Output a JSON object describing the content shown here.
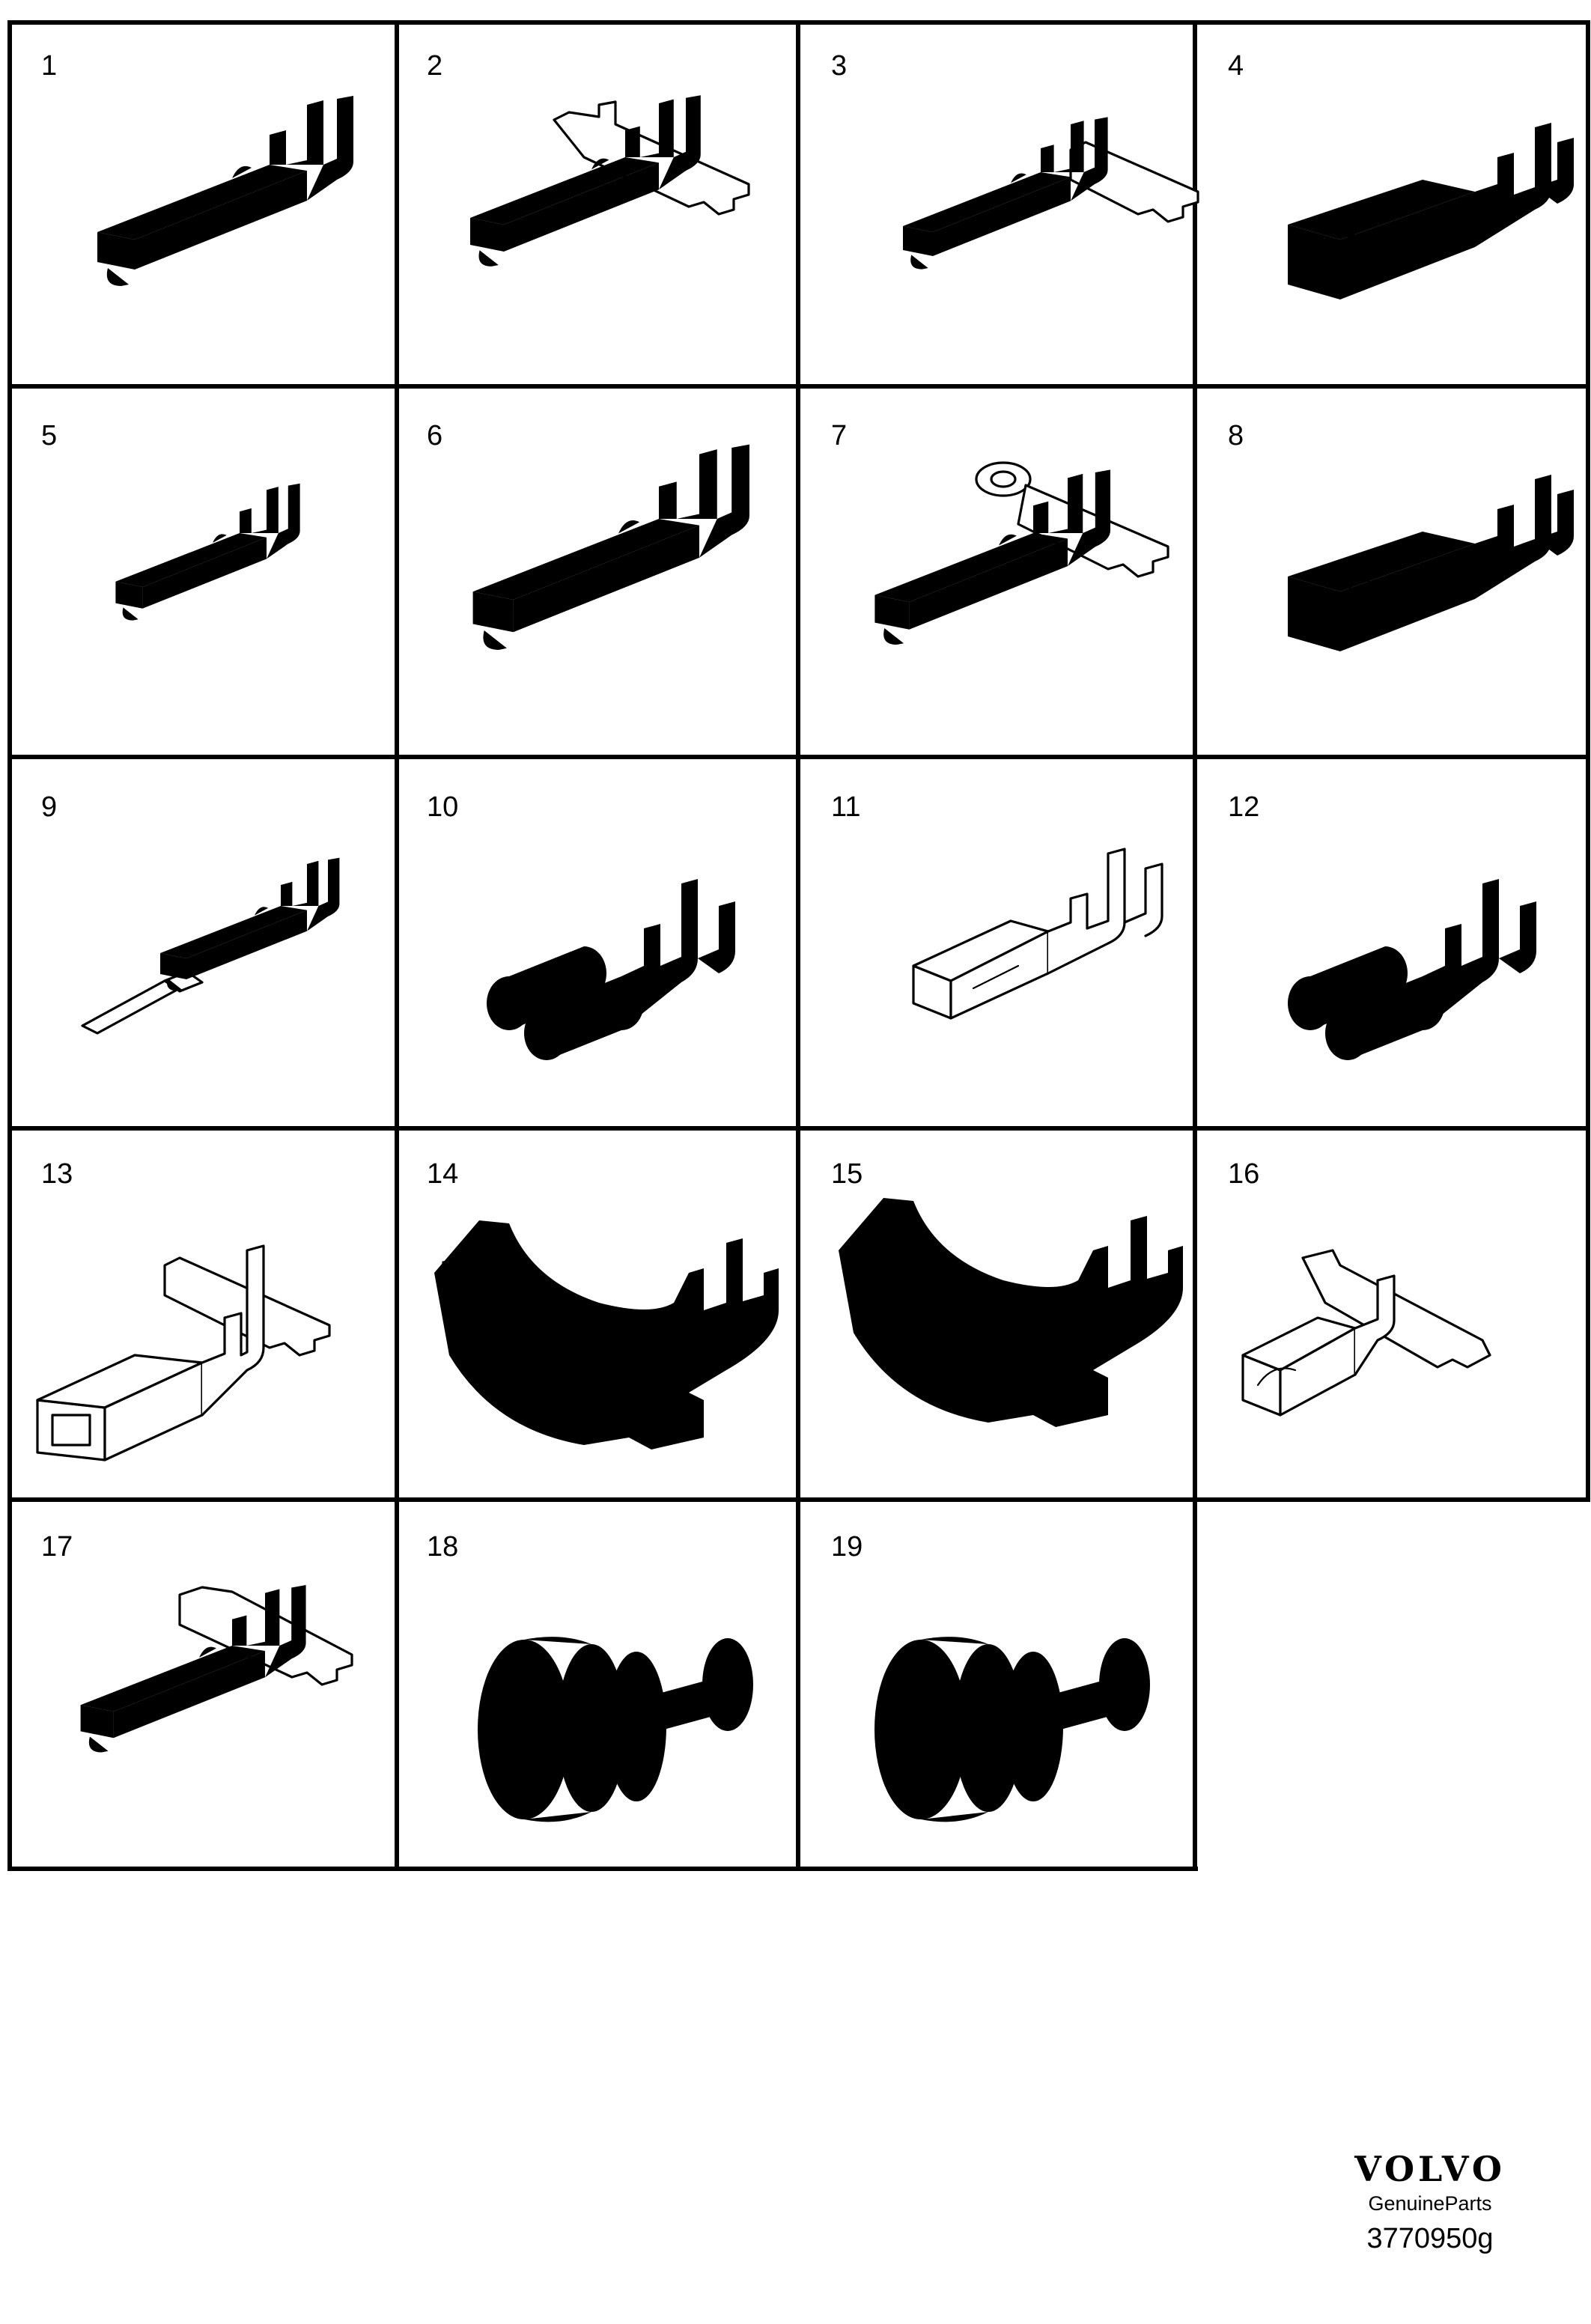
{
  "cells": [
    {
      "label": "1",
      "part": "terminal-socket"
    },
    {
      "label": "2",
      "part": "terminal-socket-carrier"
    },
    {
      "label": "3",
      "part": "terminal-socket-small-carrier"
    },
    {
      "label": "4",
      "part": "terminal-box-spring"
    },
    {
      "label": "5",
      "part": "terminal-socket-small"
    },
    {
      "label": "6",
      "part": "terminal-socket"
    },
    {
      "label": "7",
      "part": "terminal-socket-ring-carrier"
    },
    {
      "label": "8",
      "part": "terminal-box-hole"
    },
    {
      "label": "9",
      "part": "terminal-pin"
    },
    {
      "label": "10",
      "part": "terminal-flat-receptacle"
    },
    {
      "label": "11",
      "part": "terminal-flat-receptacle-latch"
    },
    {
      "label": "12",
      "part": "terminal-flat-receptacle"
    },
    {
      "label": "13",
      "part": "terminal-box-large-carrier"
    },
    {
      "label": "14",
      "part": "ground-terminal-plate"
    },
    {
      "label": "15",
      "part": "ground-terminal-plate-square"
    },
    {
      "label": "16",
      "part": "terminal-open-carrier"
    },
    {
      "label": "17",
      "part": "terminal-socket-carrier"
    },
    {
      "label": "18",
      "part": "wire-seal"
    },
    {
      "label": "19",
      "part": "wire-seal"
    }
  ],
  "brand": {
    "logo": "VOLVO",
    "subtitle": "GenuineParts",
    "code": "3770950g"
  }
}
